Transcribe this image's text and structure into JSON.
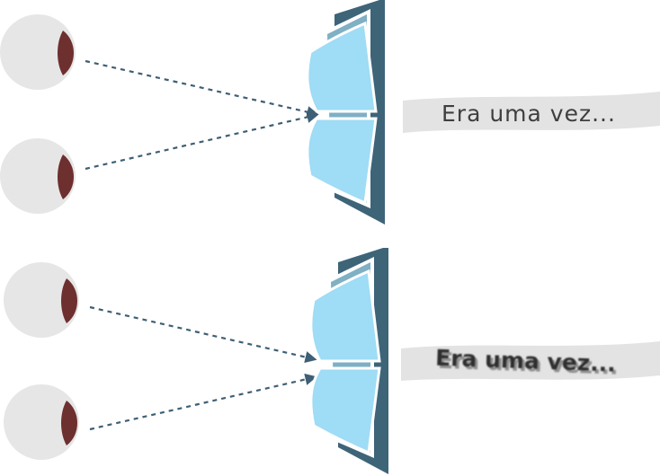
{
  "colors": {
    "eyeball": "#e6e6e6",
    "iris": "#6e2f2f",
    "arrow": "#3e5f74",
    "page_light": "#9fdcf5",
    "page_mid": "#7fb0c4",
    "cover_dark": "#3e6478",
    "banner": "#e3e3e3",
    "text": "#3f3f3f"
  },
  "icons": {
    "eye": "eye-icon",
    "book": "open-book-icon"
  },
  "panels": [
    {
      "name": "normal-vision",
      "caption": "Era uma vez..."
    },
    {
      "name": "blurred-vision",
      "caption": "Era uma vez..."
    }
  ]
}
